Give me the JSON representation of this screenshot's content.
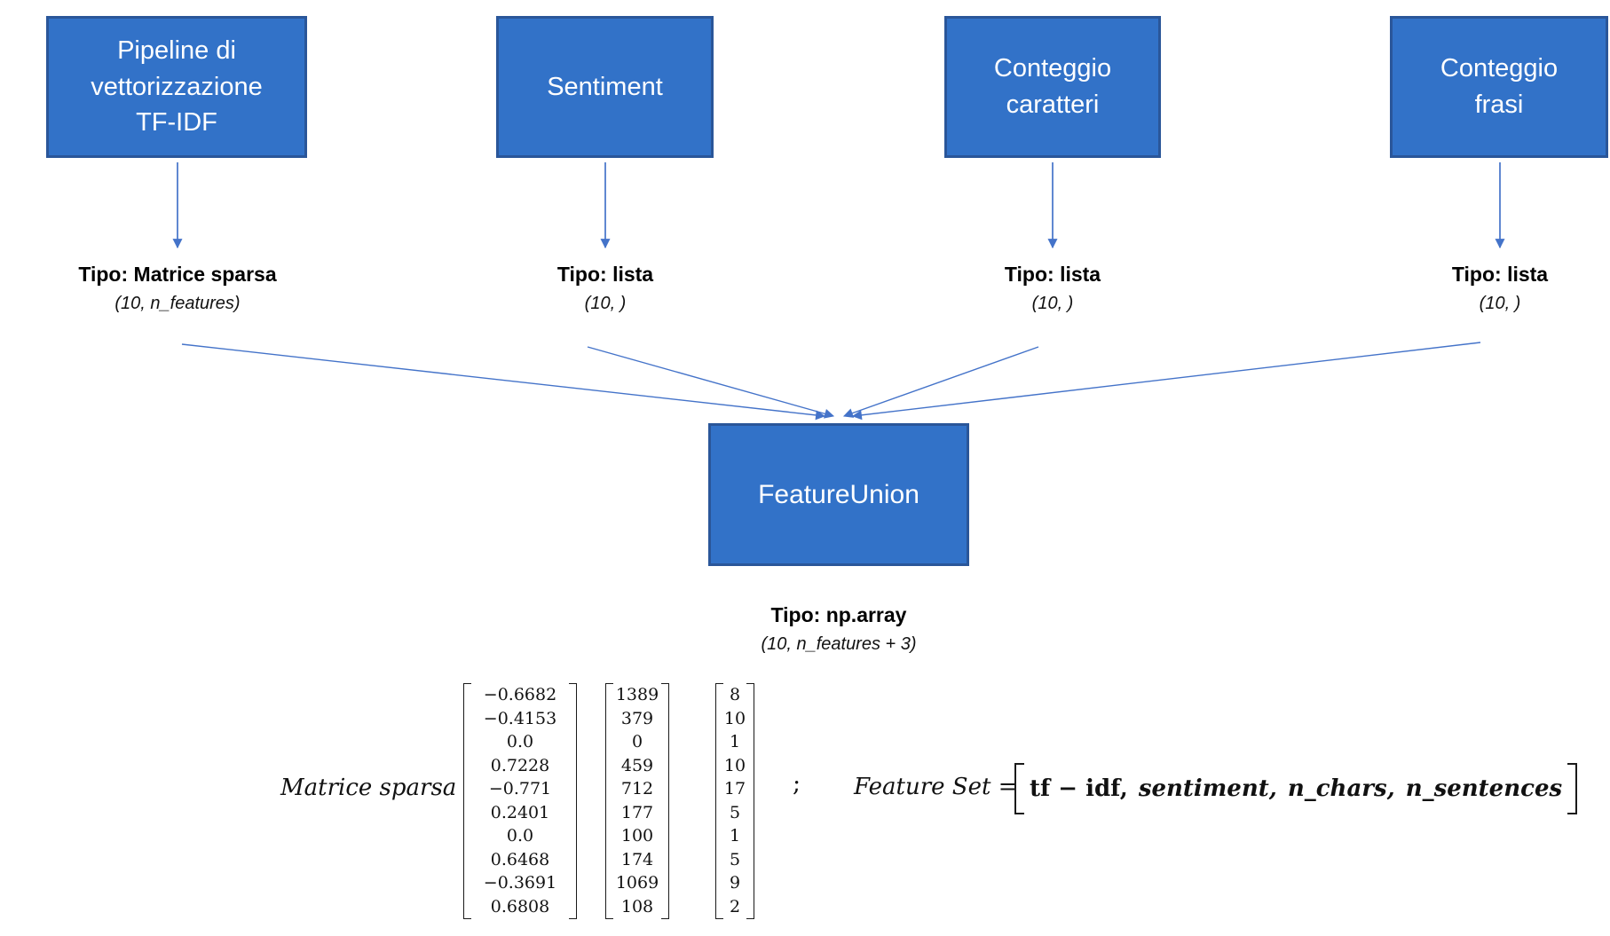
{
  "colors": {
    "box_fill": "#3272C8",
    "box_border": "#2A5699",
    "arrow": "#4473C9",
    "text": "#000000"
  },
  "sources": [
    {
      "label": "Pipeline di\nvettorizzazione\nTF-IDF",
      "type_label": "Tipo: Matrice sparsa",
      "shape": "(10, n_features)"
    },
    {
      "label": "Sentiment",
      "type_label": "Tipo: lista",
      "shape": "(10, )"
    },
    {
      "label": "Conteggio\ncaratteri",
      "type_label": "Tipo: lista",
      "shape": "(10, )"
    },
    {
      "label": "Conteggio\nfrasi",
      "type_label": "Tipo: lista",
      "shape": "(10, )"
    }
  ],
  "union": {
    "label": "FeatureUnion",
    "type_label": "Tipo: np.array",
    "shape": "(10, n_features + 3)"
  },
  "example": {
    "matrix_label": "Matrice sparsa",
    "matrices": [
      {
        "name": "tfidf-sample-vector",
        "values": [
          "−0.6682",
          "−0.4153",
          "0.0",
          "0.7228",
          "−0.771",
          "0.2401",
          "0.0",
          "0.6468",
          "−0.3691",
          "0.6808"
        ]
      },
      {
        "name": "n-chars-sample-vector",
        "values": [
          "1389",
          "379",
          "0",
          "459",
          "712",
          "177",
          "100",
          "174",
          "1069",
          "108"
        ]
      },
      {
        "name": "n-sentences-sample-vector",
        "values": [
          "8",
          "10",
          "1",
          "10",
          "17",
          "5",
          "1",
          "5",
          "9",
          "2"
        ]
      }
    ],
    "separator": ";",
    "feature_set_label": "Feature Set =",
    "feature_set_items": [
      "tf − idf,",
      "sentiment,",
      "n_chars,",
      "n_sentences"
    ]
  }
}
